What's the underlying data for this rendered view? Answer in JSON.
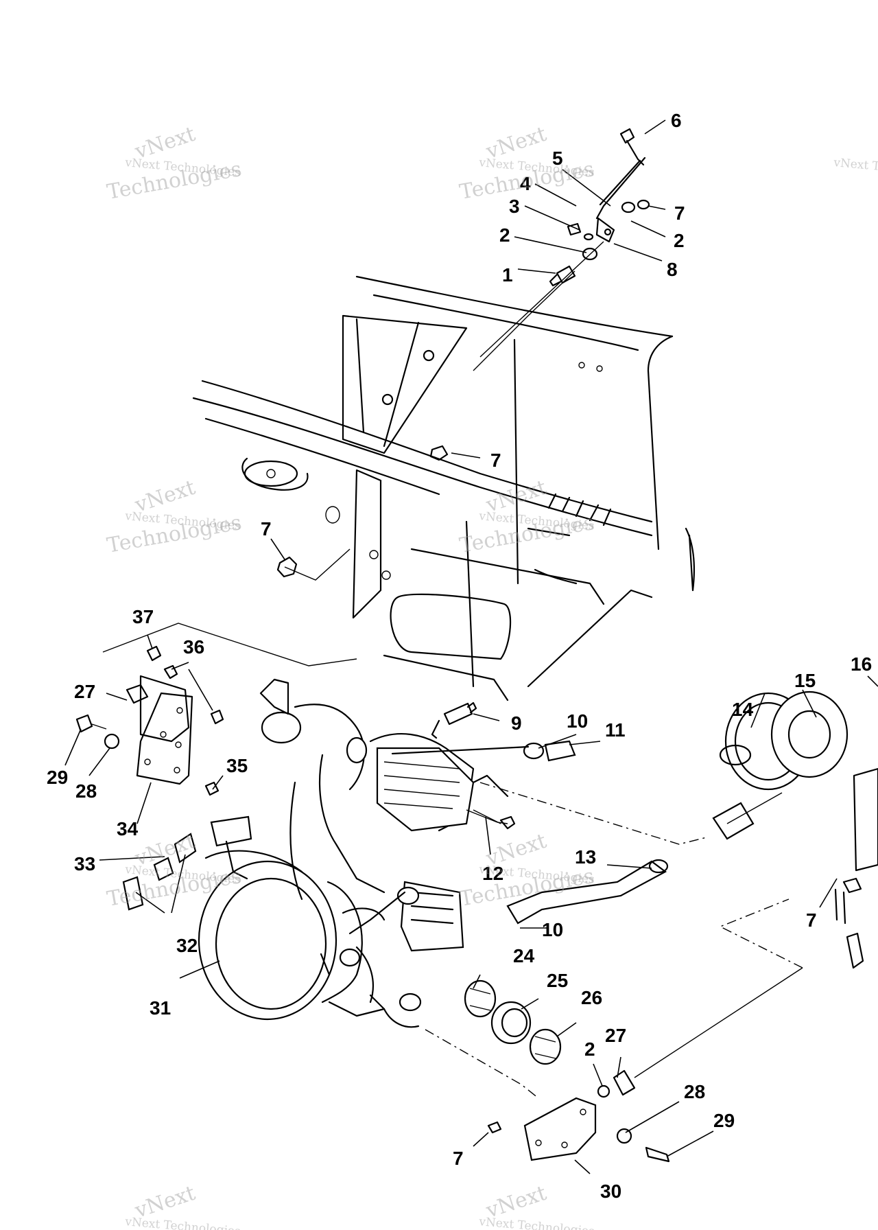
{
  "watermark": {
    "line1": "vNext",
    "line2": "vNext Technologies",
    "line3": "Technologies"
  },
  "callouts": [
    {
      "label": "6"
    },
    {
      "label": "5"
    },
    {
      "label": "4"
    },
    {
      "label": "3"
    },
    {
      "label": "7"
    },
    {
      "label": "2"
    },
    {
      "label": "2"
    },
    {
      "label": "1"
    },
    {
      "label": "8"
    },
    {
      "label": "7"
    },
    {
      "label": "7"
    },
    {
      "label": "37"
    },
    {
      "label": "36"
    },
    {
      "label": "27"
    },
    {
      "label": "29"
    },
    {
      "label": "28"
    },
    {
      "label": "35"
    },
    {
      "label": "34"
    },
    {
      "label": "9"
    },
    {
      "label": "10"
    },
    {
      "label": "11"
    },
    {
      "label": "14"
    },
    {
      "label": "15"
    },
    {
      "label": "16"
    },
    {
      "label": "12"
    },
    {
      "label": "13"
    },
    {
      "label": "33"
    },
    {
      "label": "32"
    },
    {
      "label": "31"
    },
    {
      "label": "10"
    },
    {
      "label": "7"
    },
    {
      "label": "24"
    },
    {
      "label": "25"
    },
    {
      "label": "26"
    },
    {
      "label": "27"
    },
    {
      "label": "2"
    },
    {
      "label": "28"
    },
    {
      "label": "29"
    },
    {
      "label": "7"
    },
    {
      "label": "30"
    }
  ]
}
